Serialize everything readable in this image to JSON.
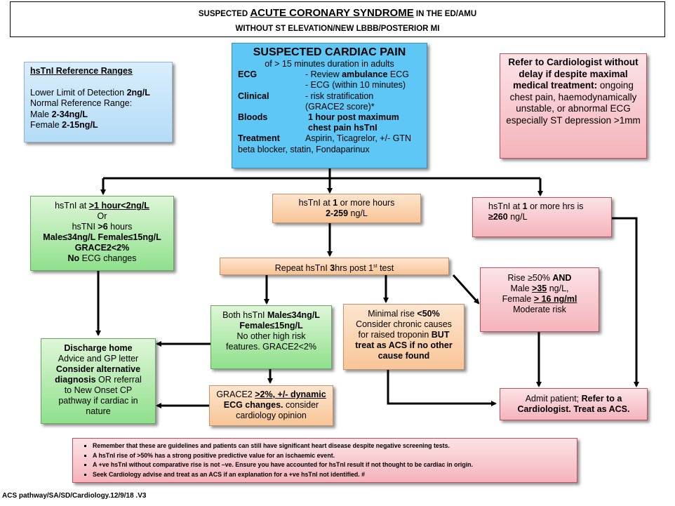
{
  "title": {
    "line1_pre": "SUSPECTED ",
    "line1_big": "ACUTE CORONARY SYNDROME",
    "line1_post": " IN THE ED/AMU",
    "line2": "WITHOUT ST ELEVATION/NEW LBBB/POSTERIOR MI"
  },
  "reference": {
    "heading": "hsTnI Reference Ranges",
    "lld_label": "Lower Limit of Detection ",
    "lld_value": "2ng/L",
    "normal_label": "Normal Reference Range:",
    "male_label": "Male ",
    "male_value": "2-34ng/L",
    "female_label": "Female ",
    "female_value": "2-15ng/L"
  },
  "cardiac": {
    "heading": "SUSPECTED CARDIAC PAIN",
    "subheading": "of > 15 minutes duration in adults",
    "ecg_label": "ECG",
    "ecg_1_pre": "- Review ",
    "ecg_1_bold": "ambulance",
    "ecg_1_post": " ECG",
    "ecg_2": "- ECG (within 10 minutes)",
    "clinical_label": "Clinical",
    "clinical_1": "- risk stratification",
    "clinical_2": "(GRACE2 score)*",
    "bloods_label": "Bloods",
    "bloods_1": "1 hour post maximum",
    "bloods_2": "chest pain hsTnI",
    "treatment_label": "Treatment",
    "treatment_1": "Aspirin, Ticagrelor, +/- GTN",
    "treatment_2": "beta blocker, statin, Fondaparinux"
  },
  "refer": {
    "bold": "Refer to Cardiologist without delay if despite maximal medical treatment:",
    "text": " ongoing chest pain, haemodynamically unstable, or abnormal ECG especially ST depression >1mm"
  },
  "low": {
    "l1_pre": "hsTnI at ",
    "l1_bold": ">1 hour<2ng/L",
    "l2": "Or",
    "l3_pre": "hsTNI ",
    "l3_bold": ">6",
    "l3_post": " hours",
    "l4": "Male≤34ng/L Female≤15ng/L",
    "l5": "GRACE2<2%",
    "l6_bold": "No",
    "l6_post": " ECG changes"
  },
  "mid": {
    "l1_pre": "hsTnI at  ",
    "l1_bold": "1",
    "l1_post": " or more hours",
    "l2_bold": "2-259",
    "l2_post": " ng/L"
  },
  "high": {
    "l1_pre": "hsTnI at ",
    "l1_bold": "1",
    "l1_post": " or more hrs is",
    "l2_bold": "≥260",
    "l2_post": " ng/L"
  },
  "repeat": {
    "pre": "Repeat hsTnI ",
    "bold": "3",
    "mid": "hrs post 1",
    "sup": "st",
    "post": "  test"
  },
  "rise": {
    "l1_pre": "Rise ≥50% ",
    "l1_bold": "AND",
    "l2_pre": "Male ",
    "l2_bold": ">35",
    "l2_post": " ng/L,",
    "l3_pre": "Female ",
    "l3_bold": "> 16 ng/ml",
    "l4": "Moderate risk"
  },
  "both": {
    "l1_pre": "Both hsTnI ",
    "l1_bold": "Male≤34ng/L",
    "l2_bold": "Female≤15ng/L",
    "l3": "No other high risk",
    "l4": "features. GRACE2<2%"
  },
  "minimal": {
    "l1_pre": "Minimal rise ",
    "l1_bold": "<50%",
    "l2": "Consider chronic causes",
    "l3_pre": "for raised troponin ",
    "l3_bold": "BUT",
    "l4": "treat as ACS if no other",
    "l5": "cause found"
  },
  "discharge": {
    "l1": "Discharge home",
    "l2": "Advice and GP letter",
    "l3": "Consider alternative",
    "l4_bold": "diagnosis",
    "l4_post": " OR referral",
    "l5": "to New Onset CP",
    "l6": "pathway if cardiac in",
    "l7": "nature"
  },
  "grace": {
    "l1_pre": "GRACE2 ",
    "l1_bold": ">2%, +/- dynamic",
    "l2_bold": "ECG changes.",
    "l2_post": " consider",
    "l3": "cardiology opinion"
  },
  "admit": {
    "pre": "Admit patient; ",
    "bold": "Refer to a Cardiologist. Treat as ACS."
  },
  "notes": [
    "Remember that these are guidelines and patients can still have significant heart disease despite negative screening tests.",
    "A hsTnI rise of >50% has a strong positive predictive value for an ischaemic event.",
    "A +ve hsTnI without comparative rise is not –ve. Ensure you have accounted for hsTnI result if not thought to be cardiac in origin.",
    "Seek Cardiology advise and treat as an ACS if an explanation for a +ve hsTnI not identified. #"
  ],
  "footer": "ACS pathway/SA/SD/Cardiology.12/9/18 .V3"
}
